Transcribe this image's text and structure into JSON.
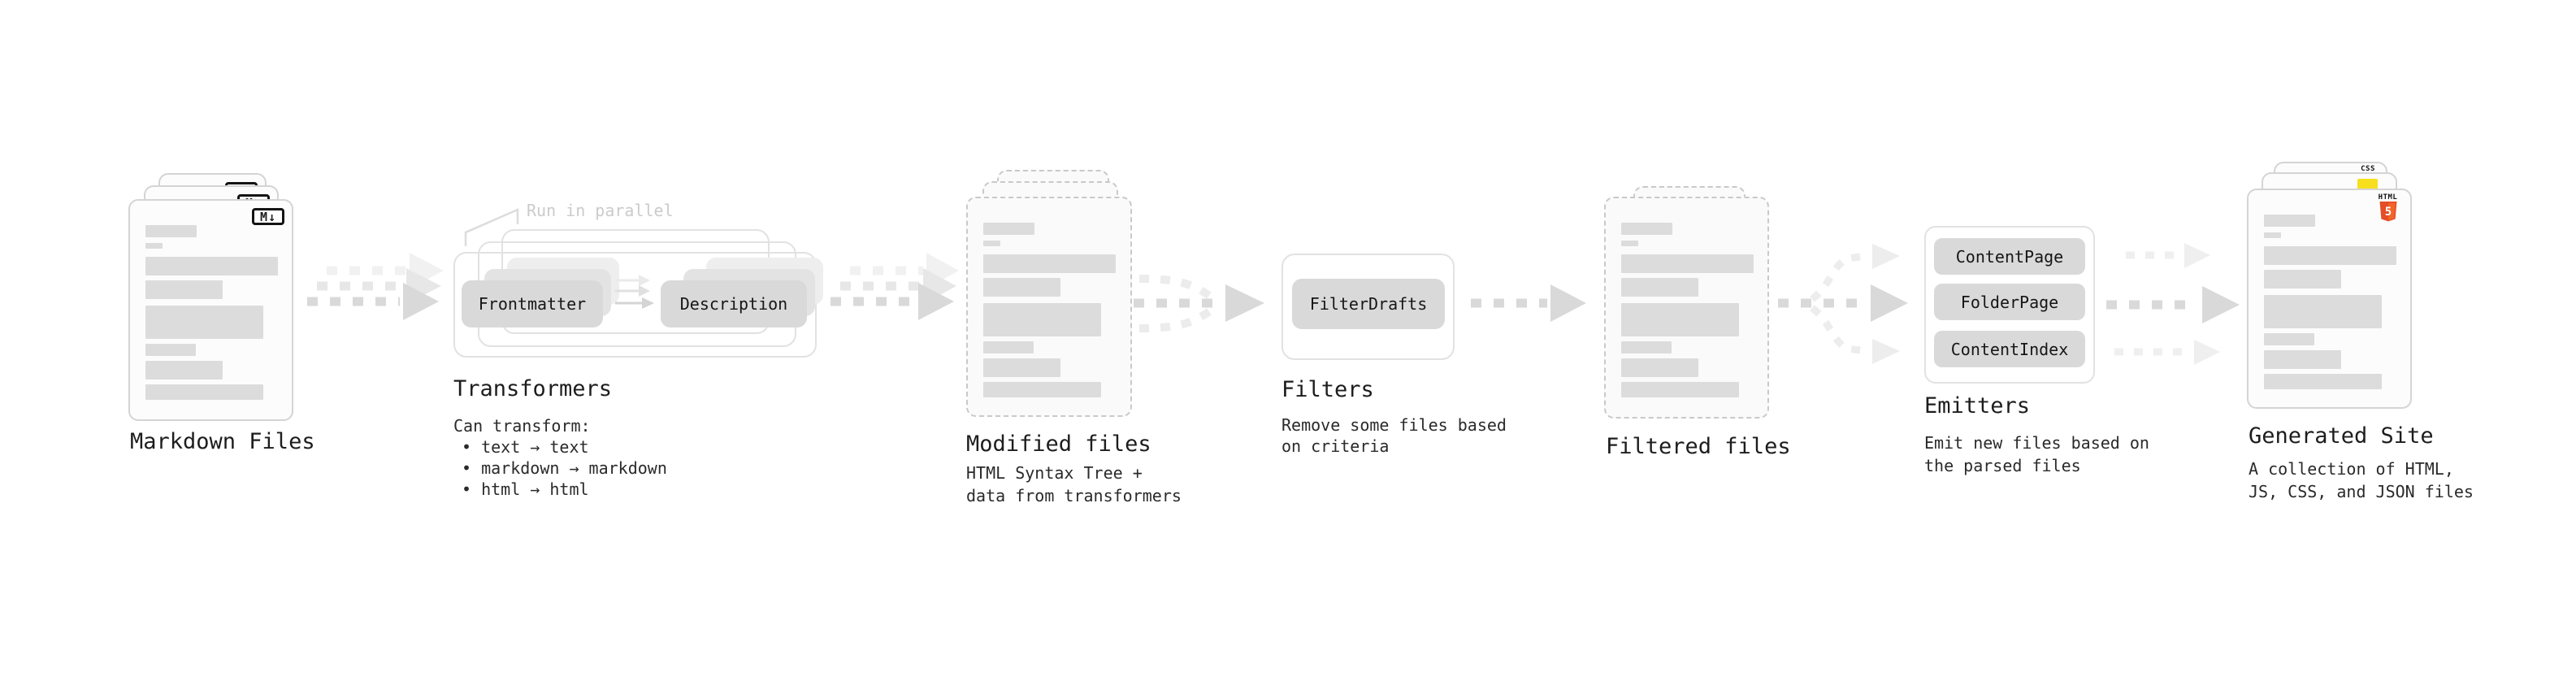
{
  "stages": {
    "markdown": {
      "label": "Markdown Files",
      "badge": "M↓"
    },
    "transformers": {
      "label": "Transformers",
      "annotation": "Run in parallel",
      "pill_left": "Frontmatter",
      "pill_right": "Description",
      "note_title": "Can transform:",
      "bullets": {
        "b1": "• text → text",
        "b2": "• markdown → markdown",
        "b3": "• html → html"
      }
    },
    "modified": {
      "label": "Modified files",
      "desc1": "HTML Syntax Tree +",
      "desc2": "data from transformers"
    },
    "filters": {
      "label": "Filters",
      "pill": "FilterDrafts",
      "desc1": "Remove some files based",
      "desc2": "on criteria"
    },
    "filtered": {
      "label": "Filtered files"
    },
    "emitters": {
      "label": "Emitters",
      "pills": {
        "p1": "ContentPage",
        "p2": "FolderPage",
        "p3": "ContentIndex"
      },
      "desc1": "Emit new files based on",
      "desc2": "the parsed files"
    },
    "generated": {
      "label": "Generated Site",
      "desc1": "A collection of HTML,",
      "desc2": "JS, CSS, and JSON files",
      "badge_css": "CSS",
      "badge_html_text": "HTML",
      "badge_html_number": "5"
    }
  },
  "colors": {
    "html5_orange": "#e44d26",
    "html5_orange_light": "#f16529",
    "js_yellow": "#f7df1e",
    "css_blue": "#2965f1",
    "pill_gray": "#d9d9d9",
    "arrow_dark": "#d9d9d9",
    "arrow_light": "#eeeeee"
  }
}
